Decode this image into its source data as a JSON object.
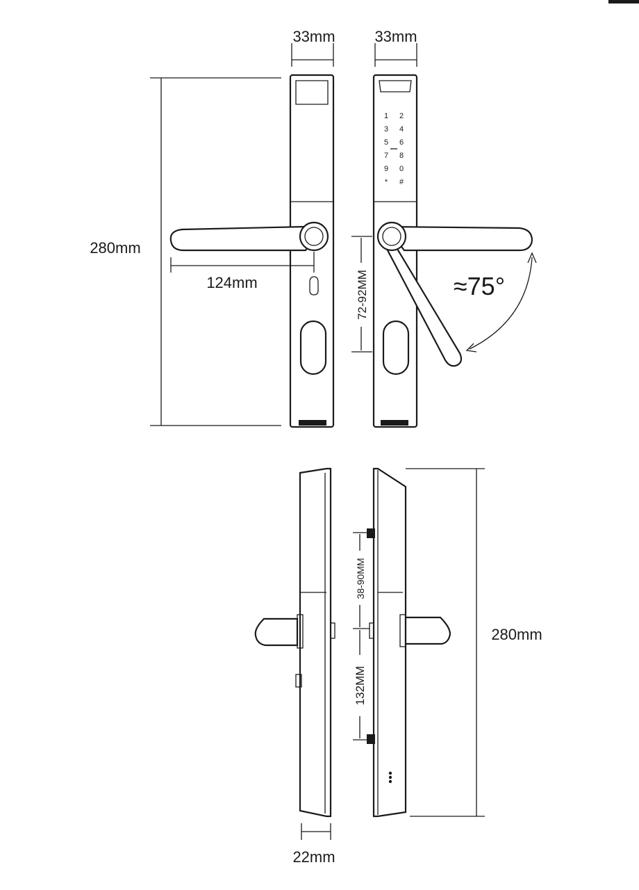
{
  "dimensions": {
    "front_width": "33mm",
    "back_width": "33mm",
    "front_height": "280mm",
    "handle_length": "124mm",
    "spindle_distance": "72-92MM",
    "rotation_angle": "≈75°",
    "door_thickness": "38-90MM",
    "screw_spacing": "132MM",
    "side_height": "280mm",
    "side_depth": "22mm"
  },
  "keypad": {
    "rows": [
      [
        "1",
        "2"
      ],
      [
        "3",
        "4"
      ],
      [
        "5",
        "6"
      ],
      [
        "7",
        "8"
      ],
      [
        "9",
        "0"
      ],
      [
        "*",
        "#"
      ]
    ]
  }
}
